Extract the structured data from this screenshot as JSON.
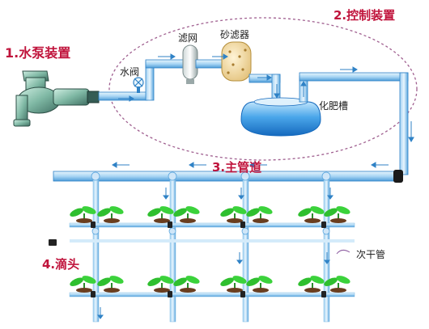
{
  "labels": {
    "pump": "1.水泵装置",
    "control": "2.控制装置",
    "main_pipe": "3.主管道",
    "dripper": "4.滴头",
    "valve": "水阀",
    "screen_filter": "滤网",
    "sand_filter": "砂滤器",
    "fertilizer_tank": "化肥槽",
    "branch_pipe": "次干管"
  },
  "colors": {
    "section_label": "#c0143c",
    "pipe": "#6fb4e6",
    "pipe_dark": "#2f82c6",
    "plant_green": "#2fbf2f",
    "ellipse_outline": "#a06090"
  },
  "icons": [
    "pump-icon",
    "valve-icon",
    "screen-filter-icon",
    "sand-filter-icon",
    "fertilizer-tank-icon",
    "plant-icon",
    "dripper-icon",
    "flow-arrow-icon"
  ]
}
